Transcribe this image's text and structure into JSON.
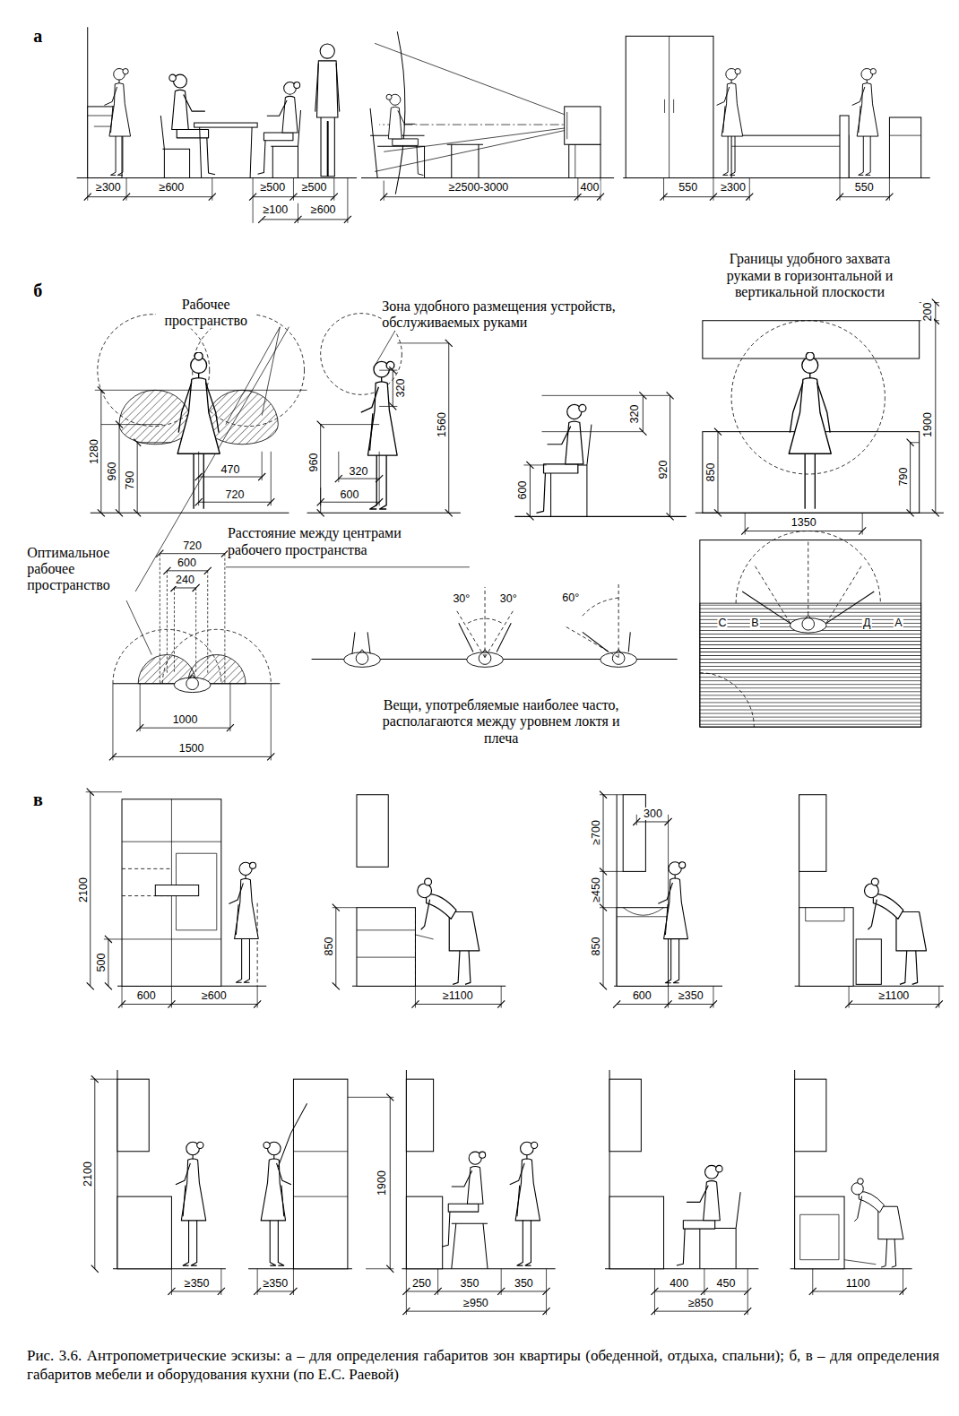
{
  "diagram": {
    "caption": "Рис. 3.6. Антропометрические эскизы: а – для определения габаритов зон квартиры (обеденной, отдыха, спальни); б, в – для определения габаритов мебели и оборудования кухни (по Е.С. Раевой)",
    "labels": [
      "а",
      "≥300",
      "≥600",
      "≥500",
      "≥500",
      "≥100",
      "≥600",
      "≥2500-3000",
      "400",
      "550",
      "≥300",
      "550",
      "б",
      "Рабочее пространство",
      "Зона удобного размещения устройств, обслуживаемых руками",
      "Границы удобного захвата руками в горизонтальной и вертикальной плоскости",
      "1280",
      "960",
      "790",
      "470",
      "720",
      "320",
      "1560",
      "960",
      "320",
      "600",
      "320",
      "600",
      "920",
      "200",
      "1900",
      "850",
      "790",
      "1350",
      "Расстояние между центрами рабочего пространства",
      "Оптимальное рабочее пространство",
      "720",
      "600",
      "240",
      "1000",
      "1500",
      "30°",
      "30°",
      "60°",
      "Вещи, употребляемые наиболее часто, располагаются между уровнем локтя и плеча",
      "С",
      "В",
      "Д",
      "А",
      "в",
      "2100",
      "500",
      "600",
      "≥600",
      "850",
      "≥1100",
      "300",
      "≥700",
      "≥450",
      "850",
      "600",
      "≥350",
      "≥1100",
      "2100",
      "≥350",
      "≥350",
      "1900",
      "250",
      "350",
      "350",
      "≥950",
      "400",
      "450",
      "≥850",
      "1100"
    ]
  }
}
